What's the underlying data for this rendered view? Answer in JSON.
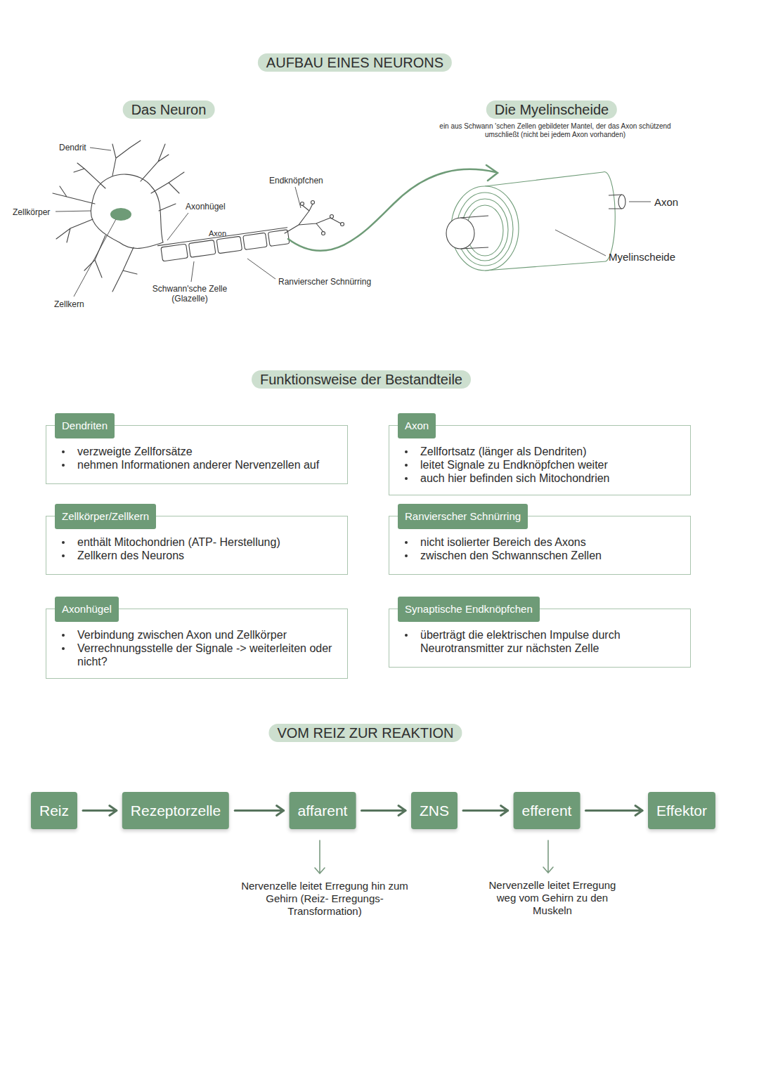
{
  "diagram": {
    "title": "AUFBAU EINES NEURONS",
    "nodes": [
      {
        "text": [
          "Dendriten",
          "verzweigte Zellforsätze",
          "nehmen Informationen anderer Nervenzellen auf"
        ]
      },
      {
        "text": [
          "Axon",
          "Zellfortsatz (länger als Dendriten)",
          "leitet Signale zu Endknöpfchen weiter",
          "auch hier befinden sich Mitochondrien"
        ]
      },
      {
        "text": [
          "Zellkörper/Zellkern",
          "enthält Mitochondrien (ATP- Herstellung)",
          "Zellkern des Neurons"
        ]
      },
      {
        "text": [
          "Ranvierscher Schnürring",
          "nicht isolierter Bereich des Axons",
          "zwischen den Schwannschen Zellen"
        ]
      },
      {
        "text": [
          "Axonhügel",
          "Verbindung zwischen Axon und Zellkörper",
          "Verrechnungsstelle der Signale -> weiterleiten oder nicht?"
        ]
      },
      {
        "text": [
          "Synaptische Endknöpfchen",
          "überträgt die elektrischen Impulse durch Neurotransmitter zur nächsten Zelle"
        ]
      },
      {
        "text": [
          "Reiz"
        ]
      },
      {
        "text": [
          "Rezeptorzelle"
        ]
      },
      {
        "text": [
          "affarent"
        ]
      },
      {
        "text": [
          "ZNS"
        ]
      },
      {
        "text": [
          "efferent"
        ]
      },
      {
        "text": [
          "Effektor"
        ]
      }
    ],
    "edges": [
      {
        "from": 6,
        "to": 7,
        "arrow": "to"
      },
      {
        "from": 7,
        "to": 8,
        "arrow": "to"
      },
      {
        "from": 8,
        "to": 9,
        "arrow": "to"
      },
      {
        "from": 9,
        "to": 10,
        "arrow": "to"
      },
      {
        "from": 10,
        "to": 11,
        "arrow": "to"
      }
    ],
    "labels": [
      "Das Neuron",
      "Die Myelinscheide",
      "ein aus Schwann 'schen Zellen gebildeter Mantel, der das Axon schützend umschließt (nicht bei jedem Axon vorhanden)",
      "Dendrit",
      "Zellkörper",
      "Zellkern",
      "Axonhügel",
      "Axon",
      "Endknöpfchen",
      "Schwann'sche Zelle (Glazelle)",
      "Ranvierscher Schnürring",
      "Axon",
      "Myelinscheide",
      "Funktionsweise der Bestandteile",
      "VOM REIZ ZUR REAKTION",
      "Nervenzelle leitet Erregung hin zum Gehirn (Reiz- Erregungs- Transformation)",
      "Nervenzelle leitet Erregung weg vom Gehirn zu den Muskeln"
    ]
  }
}
